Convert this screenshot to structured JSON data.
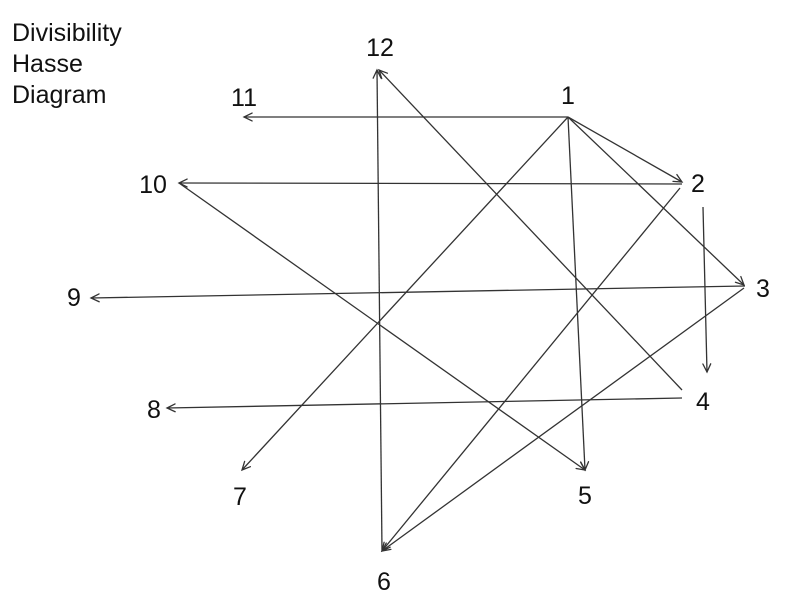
{
  "title": {
    "lines": [
      "Divisibility",
      "Hasse",
      "Diagram"
    ]
  },
  "nodes": [
    {
      "id": "1",
      "label": "1"
    },
    {
      "id": "2",
      "label": "2"
    },
    {
      "id": "3",
      "label": "3"
    },
    {
      "id": "4",
      "label": "4"
    },
    {
      "id": "5",
      "label": "5"
    },
    {
      "id": "6",
      "label": "6"
    },
    {
      "id": "7",
      "label": "7"
    },
    {
      "id": "8",
      "label": "8"
    },
    {
      "id": "9",
      "label": "9"
    },
    {
      "id": "10",
      "label": "10"
    },
    {
      "id": "11",
      "label": "11"
    },
    {
      "id": "12",
      "label": "12"
    }
  ],
  "edges": [
    {
      "from": "1",
      "to": "11"
    },
    {
      "from": "1",
      "to": "2"
    },
    {
      "from": "1",
      "to": "3"
    },
    {
      "from": "1",
      "to": "5"
    },
    {
      "from": "1",
      "to": "7"
    },
    {
      "from": "2",
      "to": "10"
    },
    {
      "from": "2",
      "to": "4"
    },
    {
      "from": "2",
      "to": "6"
    },
    {
      "from": "3",
      "to": "9"
    },
    {
      "from": "3",
      "to": "6"
    },
    {
      "from": "4",
      "to": "8"
    },
    {
      "from": "4",
      "to": "12"
    },
    {
      "from": "10",
      "to": "5"
    },
    {
      "from": "6",
      "to": "12"
    }
  ],
  "colors": {
    "line": "#333333",
    "text": "#111111",
    "background": "#ffffff"
  }
}
